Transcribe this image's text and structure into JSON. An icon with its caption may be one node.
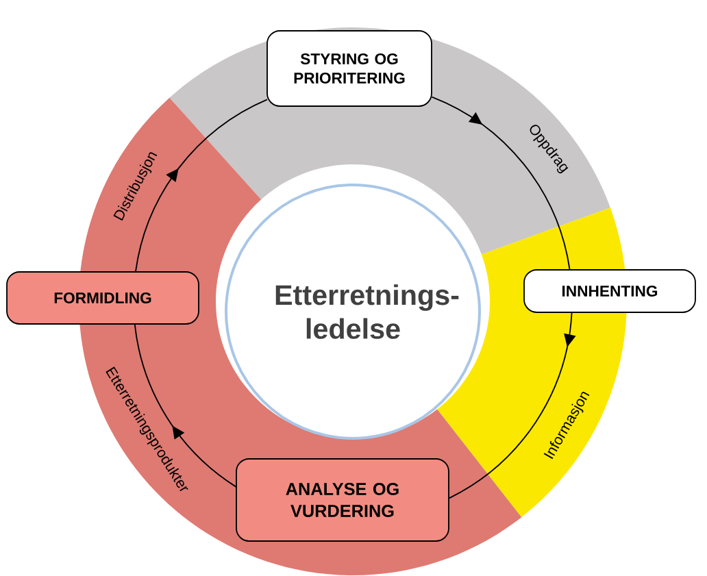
{
  "diagram": {
    "nodes": [
      {
        "text": [
          "STYRING OG PRIORITERING"
        ]
      },
      {
        "text": [
          "INNHENTING"
        ]
      },
      {
        "text": [
          "ANALYSE OG VURDERING"
        ]
      },
      {
        "text": [
          "FORMIDLING"
        ]
      },
      {
        "text": [
          "Etterretnings- ledelse"
        ]
      }
    ],
    "edges": [
      {
        "from": 0,
        "to": 1,
        "arrow": "to",
        "label": "Oppdrag"
      },
      {
        "from": 1,
        "to": 2,
        "arrow": "to",
        "label": "Informasjon"
      },
      {
        "from": 2,
        "to": 3,
        "arrow": "to",
        "label": "Etterretningsprodukter"
      },
      {
        "from": 3,
        "to": 0,
        "arrow": "to",
        "label": "Distribusjon"
      }
    ]
  }
}
